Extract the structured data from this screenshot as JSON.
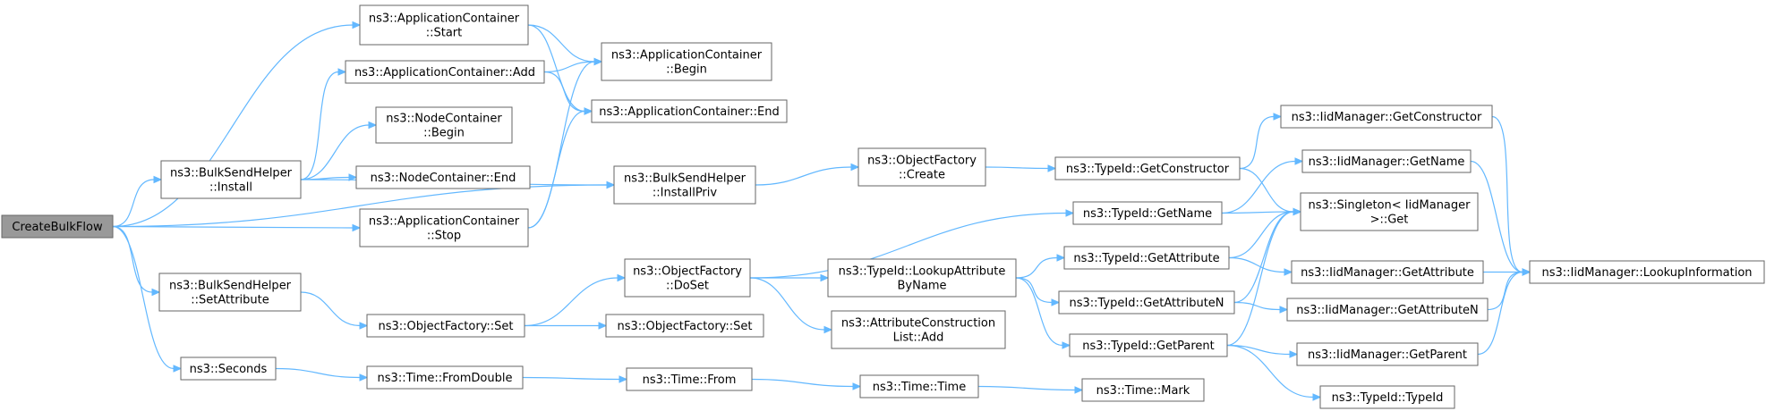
{
  "colors": {
    "edge": "#63b8ff",
    "node_border": "#666666",
    "root_fill": "#999999",
    "node_fill": "#ffffff"
  },
  "nodes": [
    {
      "id": "root",
      "lines": [
        "CreateBulkFlow"
      ],
      "root": true
    },
    {
      "id": "ac_start",
      "lines": [
        "ns3::ApplicationContainer",
        "::Start"
      ]
    },
    {
      "id": "ac_add",
      "lines": [
        "ns3::ApplicationContainer::Add"
      ]
    },
    {
      "id": "ac_begin",
      "lines": [
        "ns3::ApplicationContainer",
        "::Begin"
      ]
    },
    {
      "id": "ac_end",
      "lines": [
        "ns3::ApplicationContainer::End"
      ]
    },
    {
      "id": "nc_begin",
      "lines": [
        "ns3::NodeContainer",
        "::Begin"
      ]
    },
    {
      "id": "nc_end",
      "lines": [
        "ns3::NodeContainer::End"
      ]
    },
    {
      "id": "bsh_install",
      "lines": [
        "ns3::BulkSendHelper",
        "::Install"
      ]
    },
    {
      "id": "ac_stop",
      "lines": [
        "ns3::ApplicationContainer",
        "::Stop"
      ]
    },
    {
      "id": "bsh_installpriv",
      "lines": [
        "ns3::BulkSendHelper",
        "::InstallPriv"
      ]
    },
    {
      "id": "of_create",
      "lines": [
        "ns3::ObjectFactory",
        "::Create"
      ]
    },
    {
      "id": "tid_getconstructor",
      "lines": [
        "ns3::TypeId::GetConstructor"
      ]
    },
    {
      "id": "iid_getconstructor",
      "lines": [
        "ns3::IidManager::GetConstructor"
      ]
    },
    {
      "id": "iid_getname",
      "lines": [
        "ns3::IidManager::GetName"
      ]
    },
    {
      "id": "singleton_get",
      "lines": [
        "ns3::Singleton< IidManager",
        ">::Get"
      ]
    },
    {
      "id": "tid_getname",
      "lines": [
        "ns3::TypeId::GetName"
      ]
    },
    {
      "id": "bsh_setattr",
      "lines": [
        "ns3::BulkSendHelper",
        "::SetAttribute"
      ]
    },
    {
      "id": "of_doset",
      "lines": [
        "ns3::ObjectFactory",
        "::DoSet"
      ]
    },
    {
      "id": "tid_lookupattr",
      "lines": [
        "ns3::TypeId::LookupAttribute",
        "ByName"
      ]
    },
    {
      "id": "tid_getattribute",
      "lines": [
        "ns3::TypeId::GetAttribute"
      ]
    },
    {
      "id": "iid_getattribute",
      "lines": [
        "ns3::IidManager::GetAttribute"
      ]
    },
    {
      "id": "iid_lookupinfo",
      "lines": [
        "ns3::IidManager::LookupInformation"
      ]
    },
    {
      "id": "tid_getattributen",
      "lines": [
        "ns3::TypeId::GetAttributeN"
      ]
    },
    {
      "id": "iid_getattributen",
      "lines": [
        "ns3::IidManager::GetAttributeN"
      ]
    },
    {
      "id": "of_set",
      "lines": [
        "ns3::ObjectFactory::Set"
      ]
    },
    {
      "id": "of_set2",
      "lines": [
        "ns3::ObjectFactory::Set"
      ]
    },
    {
      "id": "acl_add",
      "lines": [
        "ns3::AttributeConstruction",
        "List::Add"
      ]
    },
    {
      "id": "tid_getparent",
      "lines": [
        "ns3::TypeId::GetParent"
      ]
    },
    {
      "id": "iid_getparent",
      "lines": [
        "ns3::IidManager::GetParent"
      ]
    },
    {
      "id": "seconds",
      "lines": [
        "ns3::Seconds"
      ]
    },
    {
      "id": "time_fromdouble",
      "lines": [
        "ns3::Time::FromDouble"
      ]
    },
    {
      "id": "time_from",
      "lines": [
        "ns3::Time::From"
      ]
    },
    {
      "id": "time_time",
      "lines": [
        "ns3::Time::Time"
      ]
    },
    {
      "id": "time_mark",
      "lines": [
        "ns3::Time::Mark"
      ]
    },
    {
      "id": "tid_typeid",
      "lines": [
        "ns3::TypeId::TypeId"
      ]
    }
  ],
  "edges": [
    [
      "root",
      "ac_start"
    ],
    [
      "root",
      "bsh_install"
    ],
    [
      "root",
      "ac_stop"
    ],
    [
      "root",
      "bsh_installpriv"
    ],
    [
      "root",
      "bsh_setattr"
    ],
    [
      "root",
      "seconds"
    ],
    [
      "ac_start",
      "ac_begin"
    ],
    [
      "ac_start",
      "ac_end"
    ],
    [
      "ac_add",
      "ac_begin"
    ],
    [
      "ac_add",
      "ac_end"
    ],
    [
      "bsh_install",
      "ac_add"
    ],
    [
      "bsh_install",
      "nc_begin"
    ],
    [
      "bsh_install",
      "nc_end"
    ],
    [
      "bsh_install",
      "bsh_installpriv"
    ],
    [
      "ac_stop",
      "ac_begin"
    ],
    [
      "ac_stop",
      "ac_end"
    ],
    [
      "bsh_installpriv",
      "of_create"
    ],
    [
      "of_create",
      "tid_getconstructor"
    ],
    [
      "tid_getconstructor",
      "iid_getconstructor"
    ],
    [
      "tid_getconstructor",
      "singleton_get"
    ],
    [
      "iid_getconstructor",
      "iid_lookupinfo"
    ],
    [
      "tid_getname",
      "iid_getname"
    ],
    [
      "tid_getname",
      "singleton_get"
    ],
    [
      "iid_getname",
      "iid_lookupinfo"
    ],
    [
      "bsh_setattr",
      "of_set"
    ],
    [
      "of_set",
      "of_doset"
    ],
    [
      "of_set",
      "of_set2"
    ],
    [
      "of_doset",
      "tid_getname"
    ],
    [
      "of_doset",
      "tid_lookupattr"
    ],
    [
      "of_doset",
      "acl_add"
    ],
    [
      "tid_lookupattr",
      "tid_getattribute"
    ],
    [
      "tid_lookupattr",
      "tid_getattributen"
    ],
    [
      "tid_lookupattr",
      "tid_getparent"
    ],
    [
      "tid_getattribute",
      "singleton_get"
    ],
    [
      "tid_getattribute",
      "iid_getattribute"
    ],
    [
      "iid_getattribute",
      "iid_lookupinfo"
    ],
    [
      "tid_getattributen",
      "singleton_get"
    ],
    [
      "tid_getattributen",
      "iid_getattributen"
    ],
    [
      "iid_getattributen",
      "iid_lookupinfo"
    ],
    [
      "tid_getparent",
      "singleton_get"
    ],
    [
      "tid_getparent",
      "iid_getparent"
    ],
    [
      "tid_getparent",
      "tid_typeid"
    ],
    [
      "iid_getparent",
      "iid_lookupinfo"
    ],
    [
      "seconds",
      "time_fromdouble"
    ],
    [
      "time_fromdouble",
      "time_from"
    ],
    [
      "time_from",
      "time_time"
    ],
    [
      "time_time",
      "time_mark"
    ]
  ]
}
